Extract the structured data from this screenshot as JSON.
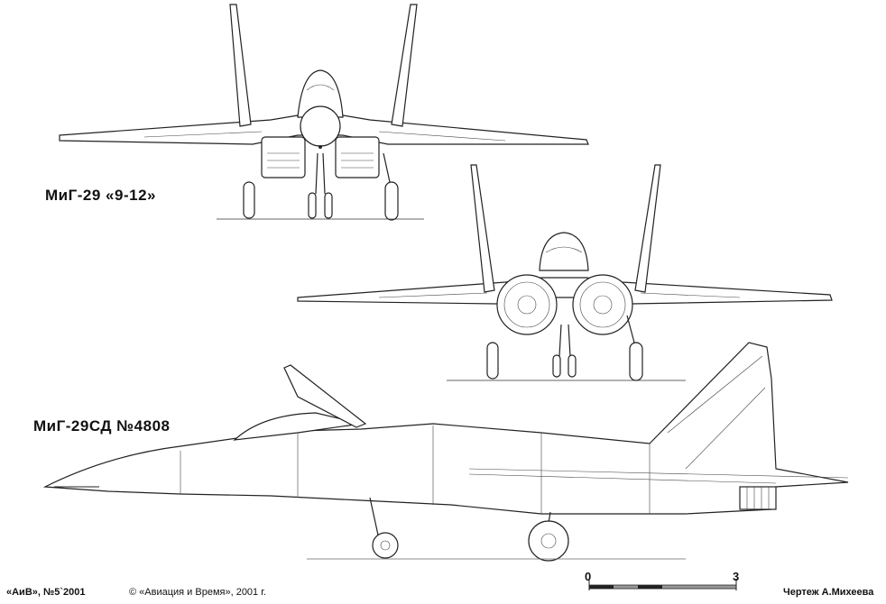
{
  "views": {
    "front": {
      "title": "МиГ-29 «9-12»"
    },
    "side": {
      "title": "МиГ-29СД №4808"
    }
  },
  "footer": {
    "journal": "«АиВ», №5`2001",
    "copyright": "© «Авиация и Время», 2001 г.",
    "author": "Чертеж А.Михеева"
  },
  "scale": {
    "start": "0",
    "end": "3"
  }
}
